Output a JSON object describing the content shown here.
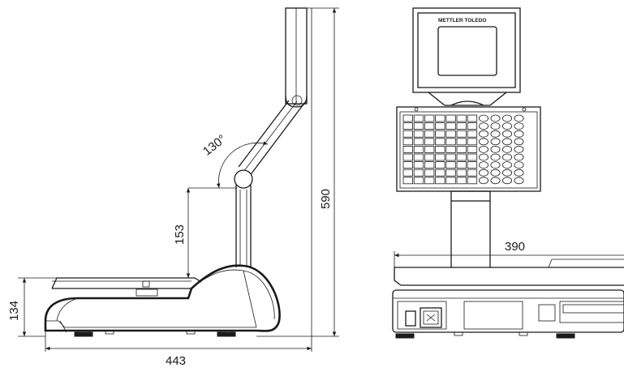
{
  "dimensions": {
    "base_depth": "443",
    "base_height": "134",
    "total_height": "590",
    "display_height": "153",
    "tilt_angle": "130°",
    "width": "390"
  },
  "front_view": {
    "brand": "METTLER TOLEDO"
  },
  "keypad": {
    "rows": 9,
    "square_cols": 7,
    "round_cols": 4
  }
}
